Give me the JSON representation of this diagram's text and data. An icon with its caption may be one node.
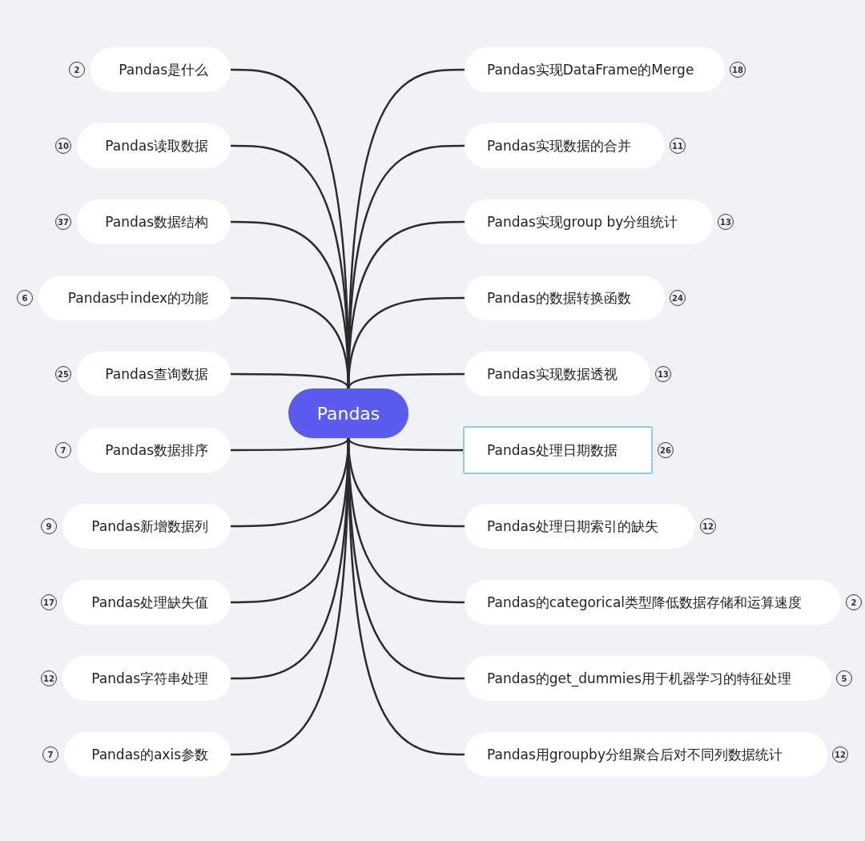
{
  "diagram": {
    "nodes": [
      {
        "text": [
          "Pandas"
        ]
      },
      {
        "text": [
          "Pandas是什么"
        ],
        "beside": [
          "2"
        ]
      },
      {
        "text": [
          "Pandas读取数据"
        ],
        "beside": [
          "10"
        ]
      },
      {
        "text": [
          "Pandas数据结构"
        ],
        "beside": [
          "37"
        ]
      },
      {
        "text": [
          "Pandas中index的功能"
        ],
        "beside": [
          "6"
        ]
      },
      {
        "text": [
          "Pandas查询数据"
        ],
        "beside": [
          "25"
        ]
      },
      {
        "text": [
          "Pandas数据排序"
        ],
        "beside": [
          "7"
        ]
      },
      {
        "text": [
          "Pandas新增数据列"
        ],
        "beside": [
          "9"
        ]
      },
      {
        "text": [
          "Pandas处理缺失值"
        ],
        "beside": [
          "17"
        ]
      },
      {
        "text": [
          "Pandas字符串处理"
        ],
        "beside": [
          "12"
        ]
      },
      {
        "text": [
          "Pandas的axis参数"
        ],
        "beside": [
          "7"
        ]
      },
      {
        "text": [
          "Pandas实现DataFrame的Merge"
        ],
        "beside": [
          "18"
        ]
      },
      {
        "text": [
          "Pandas实现数据的合并"
        ],
        "beside": [
          "11"
        ]
      },
      {
        "text": [
          "Pandas实现group by分组统计"
        ],
        "beside": [
          "13"
        ]
      },
      {
        "text": [
          "Pandas的数据转换函数"
        ],
        "beside": [
          "24"
        ]
      },
      {
        "text": [
          "Pandas实现数据透视"
        ],
        "beside": [
          "13"
        ]
      },
      {
        "text": [
          "Pandas处理日期数据"
        ],
        "beside": [
          "26"
        ]
      },
      {
        "text": [
          "Pandas处理日期索引的缺失"
        ],
        "beside": [
          "12"
        ]
      },
      {
        "text": [
          "Pandas的categorical类型降低数据存储和运算速度"
        ],
        "beside": [
          "2"
        ]
      },
      {
        "text": [
          "Pandas的get_dummies用于机器学习的特征处理"
        ],
        "beside": [
          "5"
        ]
      },
      {
        "text": [
          "Pandas用groupby分组聚合后对不同列数据统计"
        ],
        "beside": [
          "12"
        ]
      }
    ],
    "edges": [
      {
        "from": 0,
        "to": 1,
        "arrow": "none"
      },
      {
        "from": 0,
        "to": 2,
        "arrow": "none"
      },
      {
        "from": 0,
        "to": 3,
        "arrow": "none"
      },
      {
        "from": 0,
        "to": 4,
        "arrow": "none"
      },
      {
        "from": 0,
        "to": 5,
        "arrow": "none"
      },
      {
        "from": 0,
        "to": 6,
        "arrow": "none"
      },
      {
        "from": 0,
        "to": 7,
        "arrow": "none"
      },
      {
        "from": 0,
        "to": 8,
        "arrow": "none"
      },
      {
        "from": 0,
        "to": 9,
        "arrow": "none"
      },
      {
        "from": 0,
        "to": 10,
        "arrow": "none"
      },
      {
        "from": 0,
        "to": 11,
        "arrow": "none"
      },
      {
        "from": 0,
        "to": 12,
        "arrow": "none"
      },
      {
        "from": 0,
        "to": 13,
        "arrow": "none"
      },
      {
        "from": 0,
        "to": 14,
        "arrow": "none"
      },
      {
        "from": 0,
        "to": 15,
        "arrow": "none"
      },
      {
        "from": 0,
        "to": 16,
        "arrow": "none"
      },
      {
        "from": 0,
        "to": 17,
        "arrow": "none"
      },
      {
        "from": 0,
        "to": 18,
        "arrow": "none"
      },
      {
        "from": 0,
        "to": 19,
        "arrow": "none"
      },
      {
        "from": 0,
        "to": 20,
        "arrow": "none"
      }
    ]
  }
}
